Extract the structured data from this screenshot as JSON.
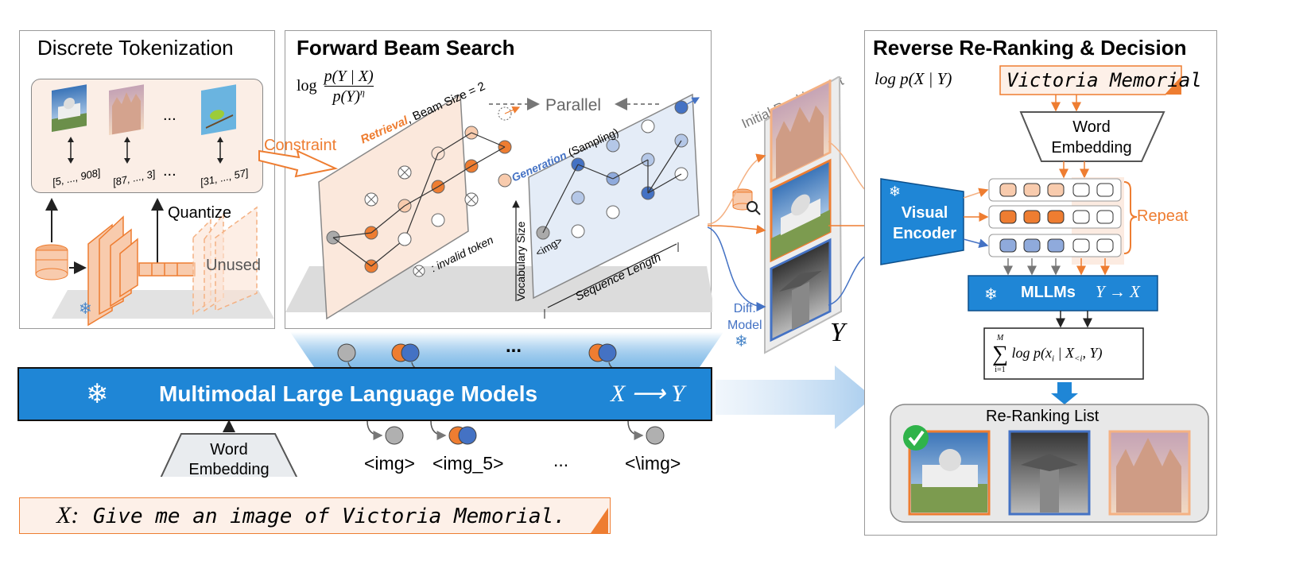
{
  "panels": {
    "tokenization": {
      "title": "Discrete Tokenization",
      "quantize": "Quantize",
      "unused": "Unused",
      "ellipsis": "...",
      "codes": [
        "[5, ..., 908]",
        "[87, ..., 3]",
        "...",
        "[31, ..., 57]"
      ]
    },
    "beam": {
      "title": "Forward Beam Search",
      "formula_lhs": "log",
      "formula_num": "p(Y | X)",
      "formula_den": "p(Y)",
      "formula_exp": "η",
      "parallel": "Parallel",
      "constraint": "Constraint",
      "retrieval": "Retrieval",
      "beam_size": ", Beam Size = 2",
      "generation": "Generation",
      "sampling": " (Sampling)",
      "invalid": ": invalid token",
      "vocab": "Vocabulary Size",
      "seq": "Sequence Length",
      "img_token": "<img>"
    },
    "ranking": {
      "title": "Initial Ranking List",
      "y_label": "Y",
      "diff_model": "Diff.",
      "diff_model2": "Model"
    },
    "rerank": {
      "title": "Reverse Re-Ranking & Decision",
      "formula": "log p(X | Y)",
      "query": "Victoria Memorial",
      "word_embedding_1": "Word",
      "word_embedding_2": "Embedding",
      "visual_1": "Visual",
      "visual_2": "Encoder",
      "repeat": "Repeat",
      "mllm": "MLLMs",
      "mllm_dir": "Y → X",
      "sum_formula": "log p(x",
      "rerank_list": "Re-Ranking List"
    }
  },
  "main": {
    "mllm_label": "Multimodal Large Language Models",
    "direction": "X ⟶ Y",
    "ellipsis": "...",
    "tokens": [
      "<img>",
      "<img_5>",
      "...",
      "<\\img>"
    ],
    "word_embedding_1": "Word",
    "word_embedding_2": "Embedding",
    "query_prefix": "X:",
    "query_text": "Give me an image of Victoria Memorial."
  },
  "colors": {
    "orange": "#ee7d31",
    "blue": "#4472c4",
    "mllm_blue": "#1f86d6",
    "light_orange": "#fbe3d4",
    "light_blue": "#dbe7f5"
  }
}
